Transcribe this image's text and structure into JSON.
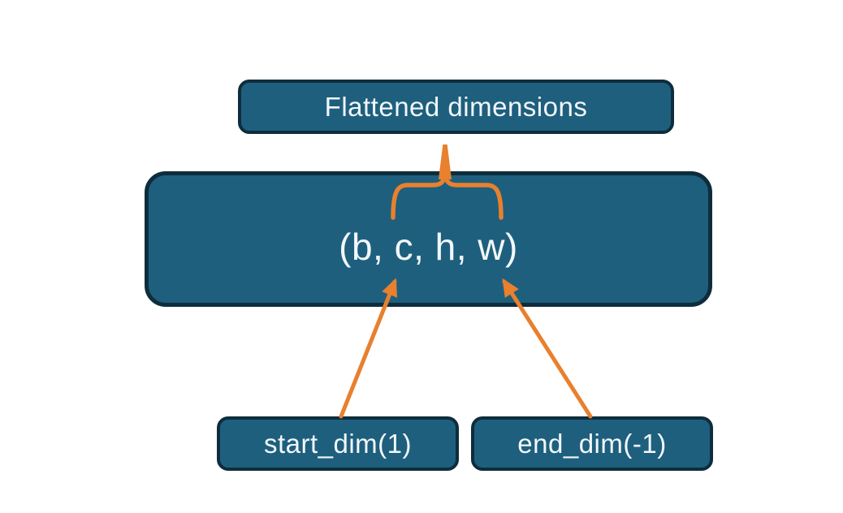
{
  "diagram": {
    "flattened_box": {
      "label": "Flattened dimensions"
    },
    "tensor_box": {
      "label": "(b, c, h, w)"
    },
    "start_dim_box": {
      "label": "start_dim(1)"
    },
    "end_dim_box": {
      "label": "end_dim(-1)"
    },
    "connectors": {
      "brace": "upward brace spanning c, h, w linking to Flattened dimensions",
      "start_dim_arrow": "points from start_dim(1) box to dimension c",
      "end_dim_arrow": "points from end_dim(-1) box to dimension w"
    }
  },
  "colors": {
    "background": "#ffffff",
    "box_fill": "#1E5F7E",
    "box_border": "#0E2D3C",
    "accent_orange": "#E8802E",
    "text_color": "#F2F7F9"
  }
}
